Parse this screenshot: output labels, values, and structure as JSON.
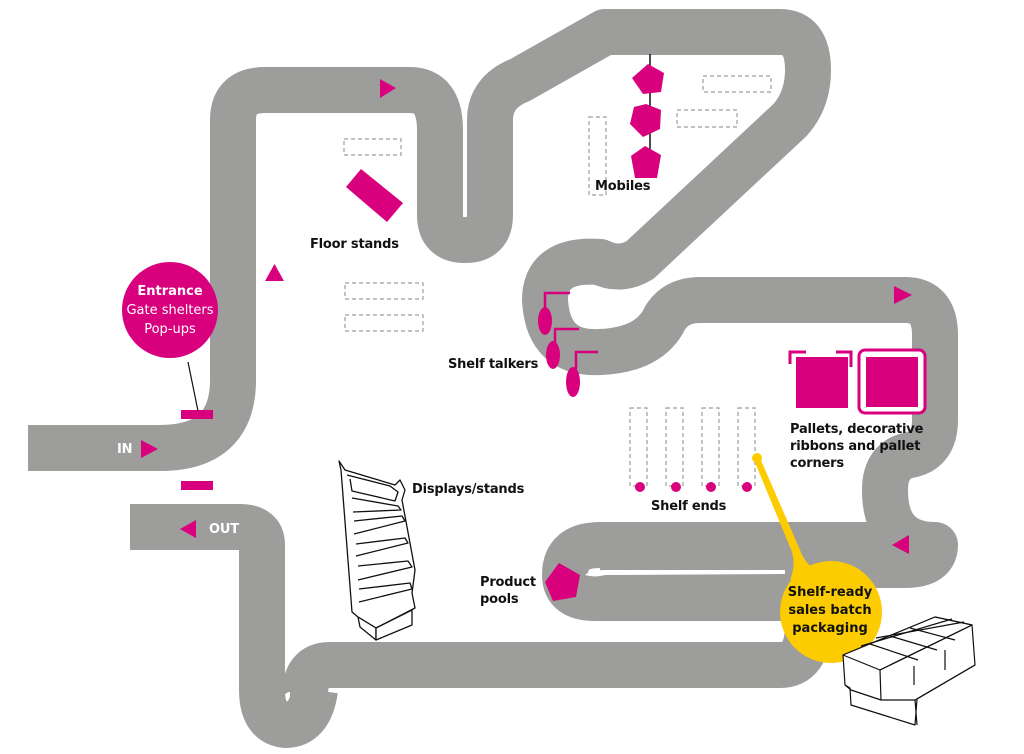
{
  "diagram": {
    "type": "store-layout-route",
    "colors": {
      "path": "#9d9d9c",
      "accent": "#d9007e",
      "highlight": "#fccc00",
      "dashed": "#9d9d9c",
      "text": "#111111"
    },
    "route_labels": {
      "in": "IN",
      "out": "OUT"
    },
    "entrance": {
      "title": "Entrance",
      "line1": "Gate shelters",
      "line2": "Pop-ups"
    },
    "labels": {
      "floor_stands": "Floor stands",
      "mobiles": "Mobiles",
      "shelf_talkers": "Shelf talkers",
      "pallets_line1": "Pallets, decorative",
      "pallets_line2": "ribbons and pallet",
      "pallets_line3": "corners",
      "shelf_ends": "Shelf ends",
      "displays_stands": "Displays/stands",
      "product_pools_line1": "Product",
      "product_pools_line2": "pools"
    },
    "highlight_callout": {
      "line1": "Shelf-ready",
      "line2": "sales batch",
      "line3": "packaging"
    },
    "icons": [
      "direction-arrow-icon",
      "floor-stand-icon",
      "mobile-pentagon-icon",
      "shelf-talker-icon",
      "pallet-icon",
      "shelf-end-dot-icon",
      "display-stand-icon",
      "product-pool-pentagon-icon",
      "shelf-ready-box-icon",
      "gate-marker-icon"
    ]
  }
}
